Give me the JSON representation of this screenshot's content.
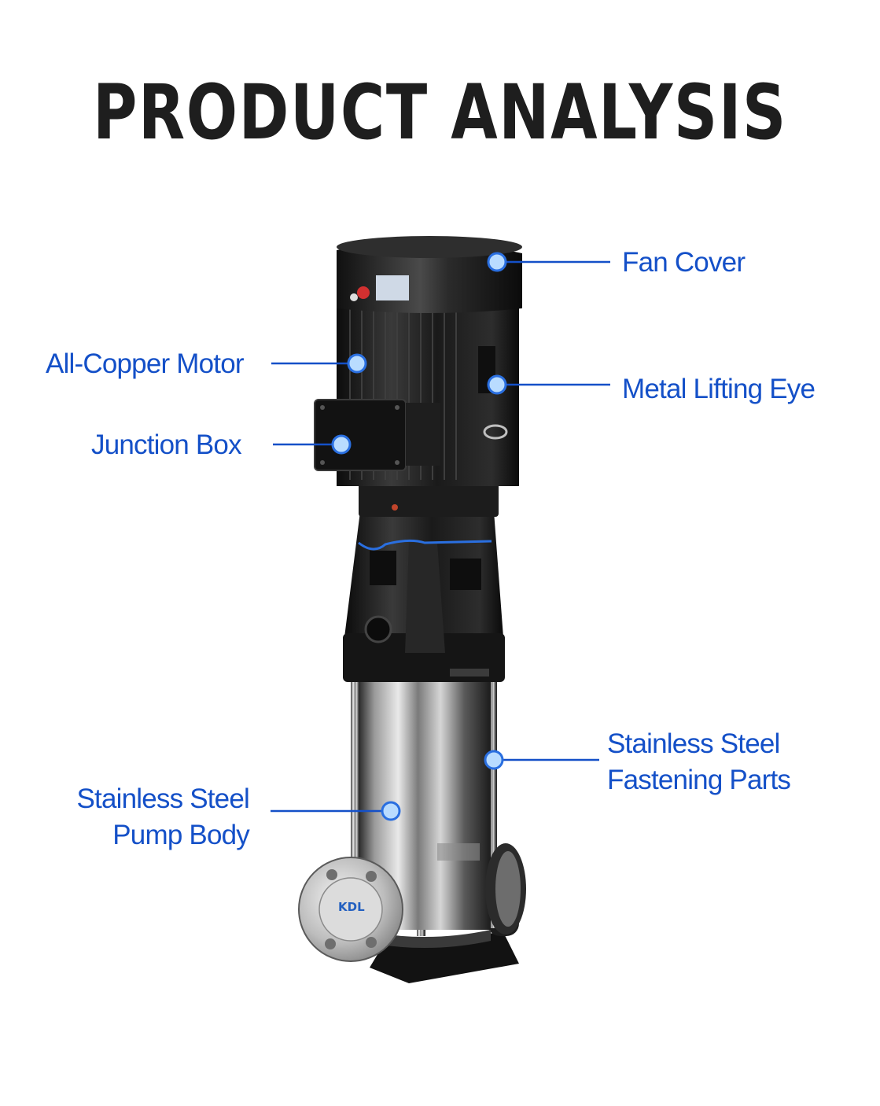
{
  "title": "PRODUCT ANALYSIS",
  "labels": {
    "fan_cover": "Fan Cover",
    "all_copper_motor": "All-Copper Motor",
    "metal_lifting_eye": "Metal Lifting Eye",
    "junction_box": "Junction Box",
    "fastening_parts_line1": "Stainless Steel",
    "fastening_parts_line2": "Fastening Parts",
    "pump_body_line1": "Stainless Steel",
    "pump_body_line2": "Pump Body"
  },
  "flange_logo": "KDL",
  "colors": {
    "label_blue": "#1450c8",
    "title": "#1e1e1e",
    "marker_fill": "#b9dcff",
    "motor_black": "#141414"
  }
}
